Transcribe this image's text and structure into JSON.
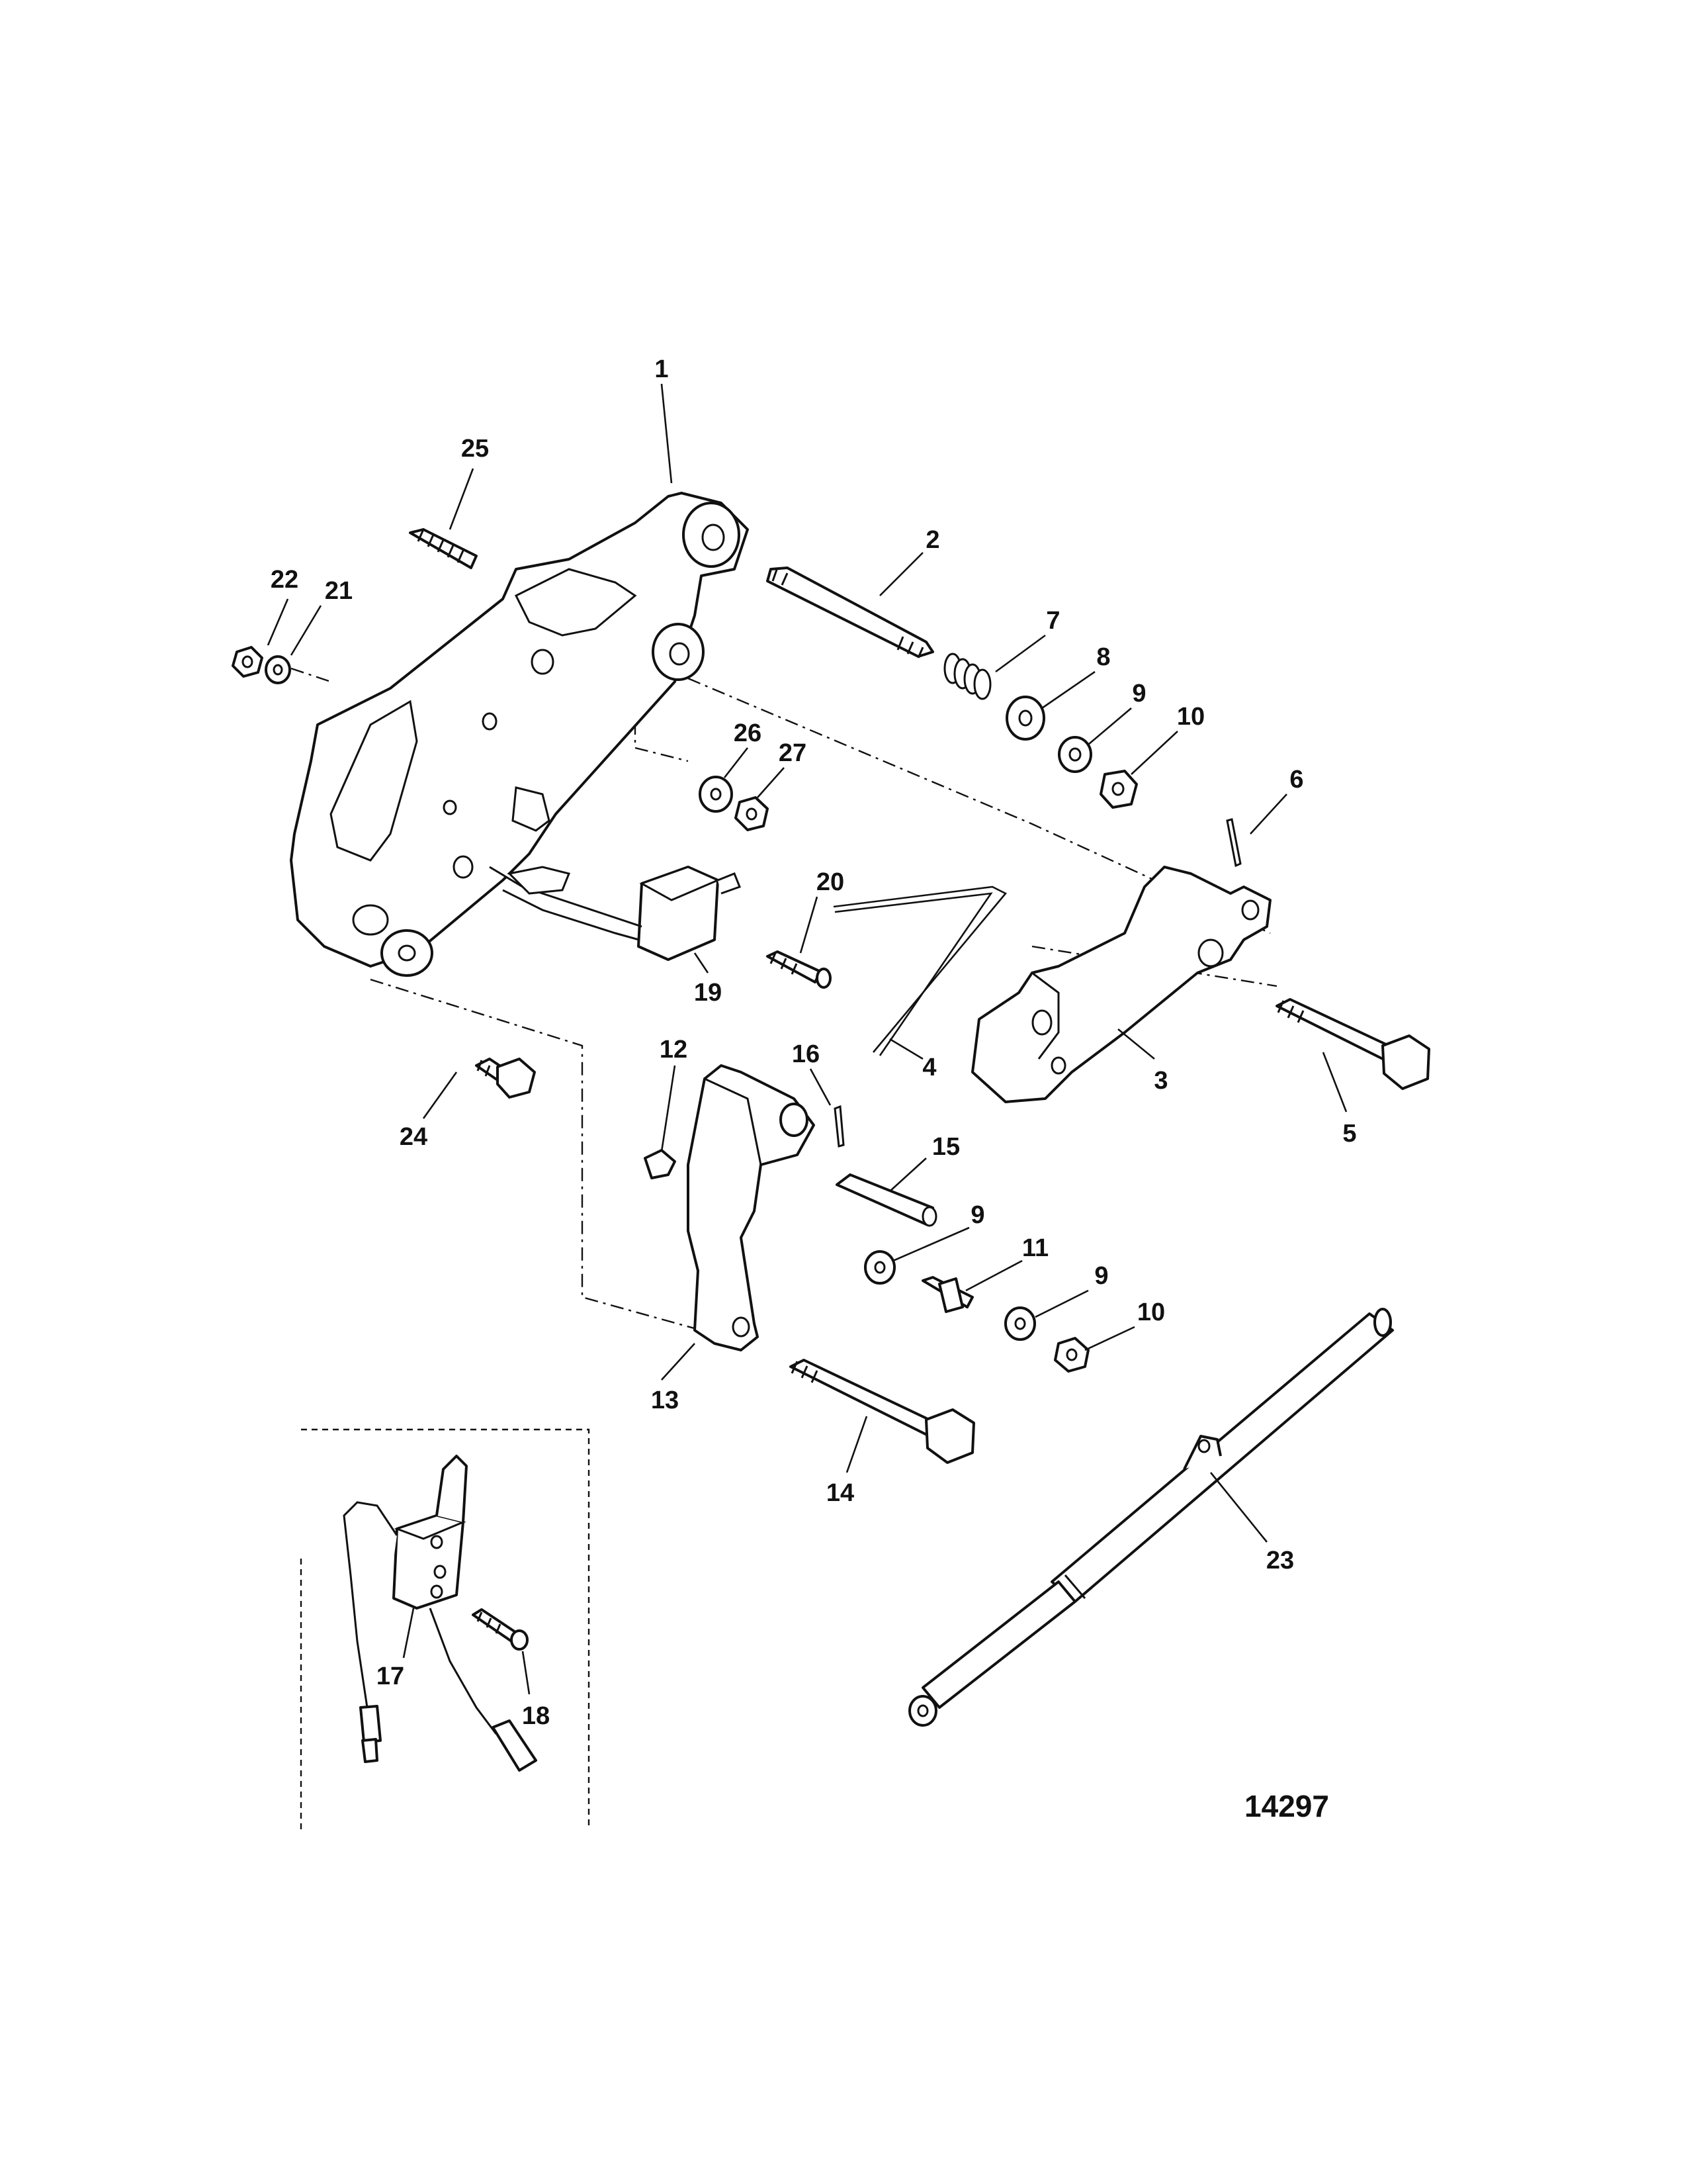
{
  "figure_number": "14297",
  "callouts": [
    {
      "id": "1",
      "text": "1"
    },
    {
      "id": "2",
      "text": "2"
    },
    {
      "id": "3",
      "text": "3"
    },
    {
      "id": "4",
      "text": "4"
    },
    {
      "id": "5",
      "text": "5"
    },
    {
      "id": "6",
      "text": "6"
    },
    {
      "id": "7",
      "text": "7"
    },
    {
      "id": "8",
      "text": "8"
    },
    {
      "id": "9a",
      "text": "9"
    },
    {
      "id": "10a",
      "text": "10"
    },
    {
      "id": "9b",
      "text": "9"
    },
    {
      "id": "11",
      "text": "11"
    },
    {
      "id": "9c",
      "text": "9"
    },
    {
      "id": "10b",
      "text": "10"
    },
    {
      "id": "12",
      "text": "12"
    },
    {
      "id": "13",
      "text": "13"
    },
    {
      "id": "14",
      "text": "14"
    },
    {
      "id": "15",
      "text": "15"
    },
    {
      "id": "16",
      "text": "16"
    },
    {
      "id": "17",
      "text": "17"
    },
    {
      "id": "18",
      "text": "18"
    },
    {
      "id": "19",
      "text": "19"
    },
    {
      "id": "20",
      "text": "20"
    },
    {
      "id": "21",
      "text": "21"
    },
    {
      "id": "22",
      "text": "22"
    },
    {
      "id": "23",
      "text": "23"
    },
    {
      "id": "24",
      "text": "24"
    },
    {
      "id": "25",
      "text": "25"
    },
    {
      "id": "26",
      "text": "26"
    },
    {
      "id": "27",
      "text": "27"
    }
  ]
}
